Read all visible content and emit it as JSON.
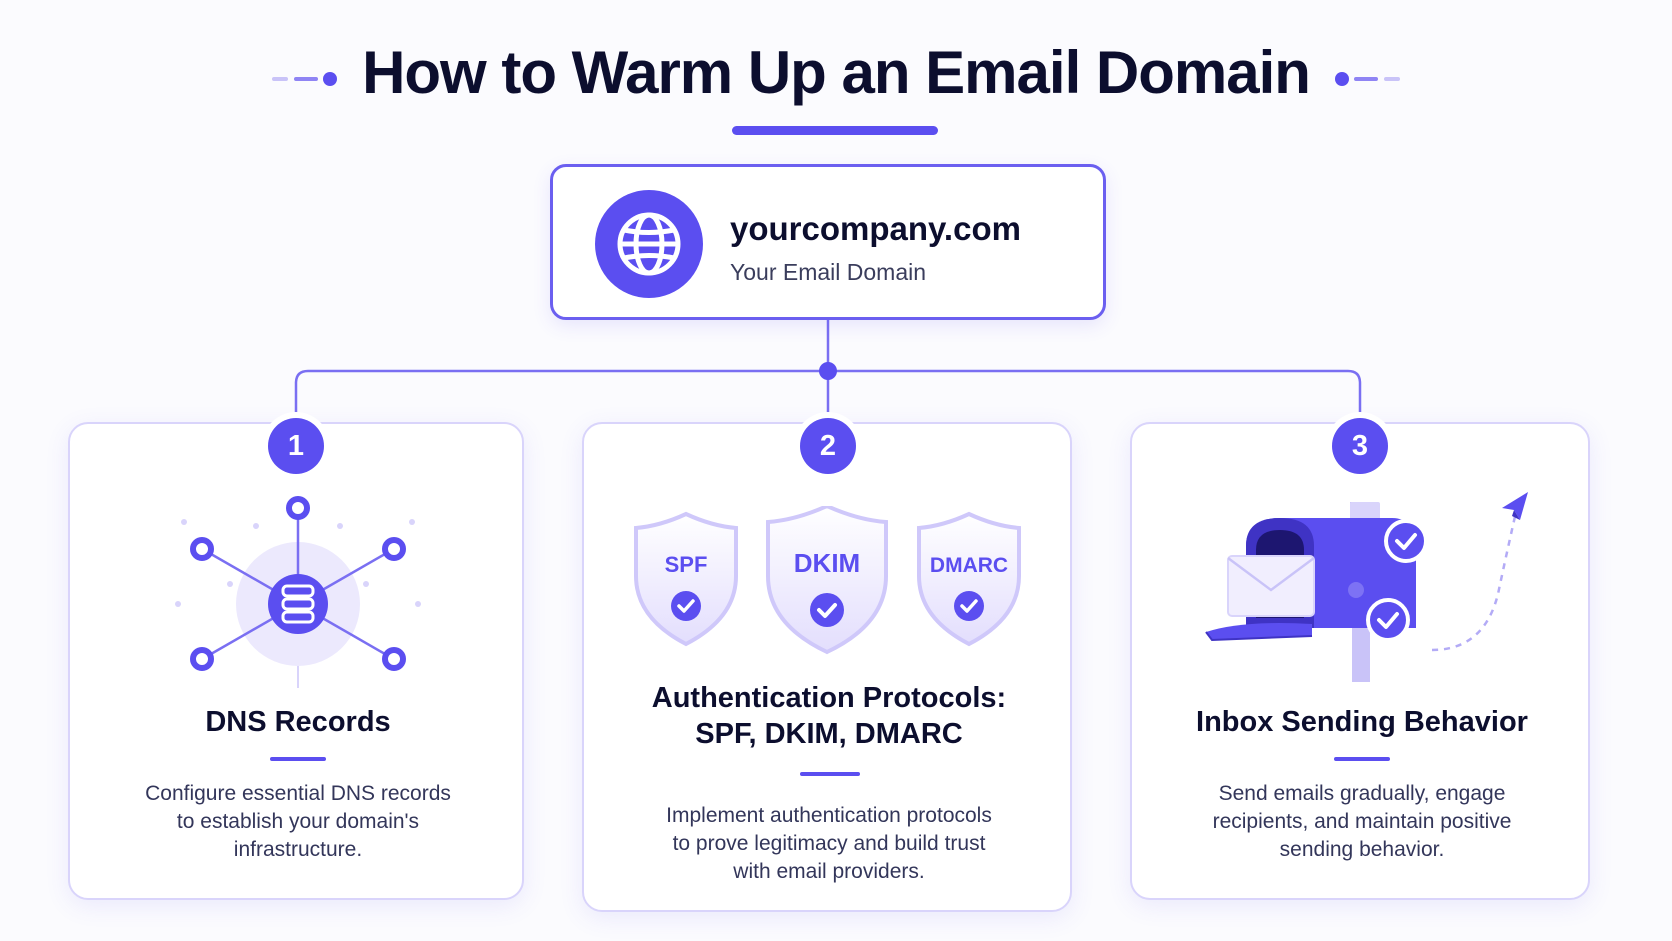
{
  "title": "How to Warm Up an Email Domain",
  "domain": {
    "name": "yourcompany.com",
    "subtitle": "Your Email Domain",
    "icon": "globe-icon"
  },
  "steps": [
    {
      "number": "1",
      "title": "DNS Records",
      "description_lines": [
        "Configure essential DNS records",
        "to establish your domain's",
        "infrastructure."
      ],
      "icon": "dns-network-icon"
    },
    {
      "number": "2",
      "title_lines": [
        "Authentication Protocols:",
        "SPF, DKIM, DMARC"
      ],
      "description_lines": [
        "Implement authentication protocols",
        "to prove legitimacy and build trust",
        "with email providers."
      ],
      "shields": [
        "SPF",
        "DKIM",
        "DMARC"
      ],
      "icon": "shield-check-icon"
    },
    {
      "number": "3",
      "title": "Inbox Sending Behavior",
      "description_lines": [
        "Send emails gradually, engage",
        "recipients, and maintain positive",
        "sending behavior."
      ],
      "icon": "mailbox-icon"
    }
  ],
  "colors": {
    "accent": "#5b4ef0",
    "accent_light": "#e6e2fd",
    "text_dark": "#0c0e2e",
    "text_body": "#33365a"
  }
}
